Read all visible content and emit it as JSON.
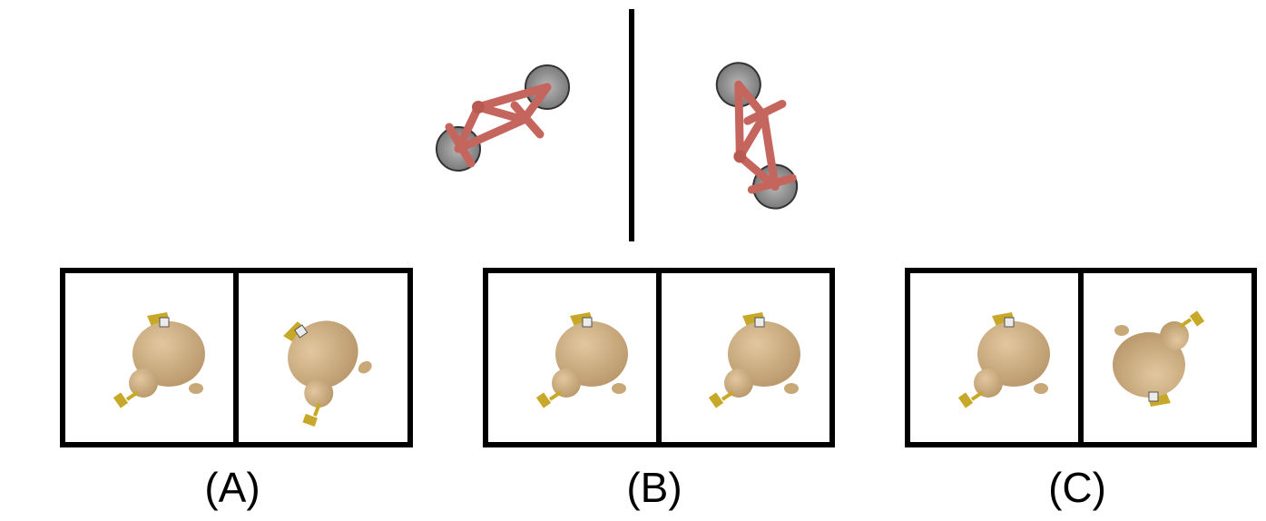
{
  "colors": {
    "bike_frame": "#c5665e",
    "wheel_fill": "#8a8a8a",
    "figure_body": "#d4b48a",
    "figure_accent": "#c8a828",
    "ink": "#000000"
  },
  "reference": {
    "left_icon": "bicycle-icon",
    "right_icon": "bicycle-icon",
    "divider": "vertical-divider"
  },
  "options": [
    {
      "label": "(A)",
      "left_icon": "toy-figure-icon",
      "right_icon": "toy-figure-icon"
    },
    {
      "label": "(B)",
      "left_icon": "toy-figure-icon",
      "right_icon": "toy-figure-icon"
    },
    {
      "label": "(C)",
      "left_icon": "toy-figure-icon",
      "right_icon": "toy-figure-icon"
    }
  ]
}
